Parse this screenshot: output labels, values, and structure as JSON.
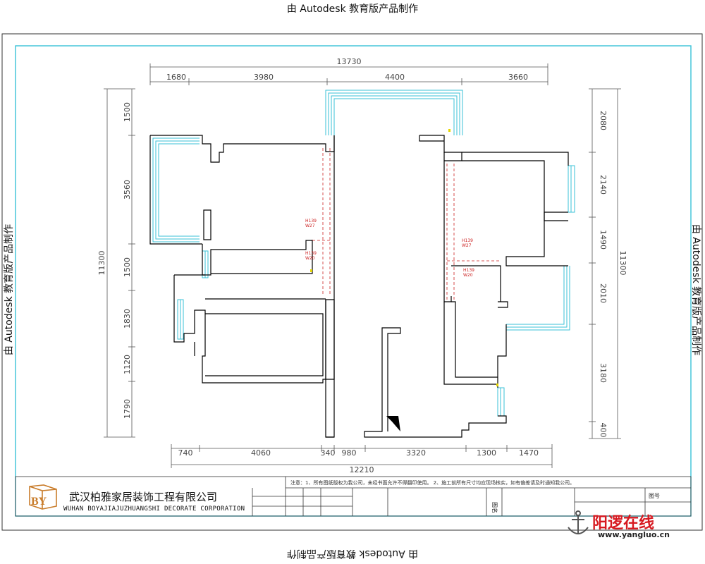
{
  "watermark": "由 Autodesk 教育版产品制作",
  "dimensions": {
    "top_total": "13730",
    "top_segments": [
      "1680",
      "3980",
      "4400",
      "3660"
    ],
    "bottom_total": "12210",
    "bottom_segments": [
      "740",
      "4060",
      "340",
      "980",
      "3320",
      "1300",
      "1470"
    ],
    "left_total": "11300",
    "left_segments": [
      "1500",
      "3560",
      "1500",
      "1830",
      "1120",
      "1790"
    ],
    "right_total": "11300",
    "right_segments": [
      "2080",
      "2140",
      "1490",
      "2010",
      "3180",
      "400"
    ]
  },
  "door_tags": [
    {
      "h": "H139",
      "w": "W27"
    },
    {
      "h": "H139",
      "w": "W20"
    },
    {
      "h": "H139",
      "w": "W27"
    },
    {
      "h": "H139",
      "w": "W20"
    }
  ],
  "title_block": {
    "company_cn": "武汉柏雅家居装饰工程有限公司",
    "company_en": "WUHAN BOYAJIAJUZHUANGSHI DECORATE CORPORATION",
    "logo_letters": "BY",
    "note": "注意：1、所有图纸版权为我公司，未经书面允许不得翻印使用。  2、施工前所有尺寸均应现场核实，如有偏差请及时通知我公司。",
    "drawing_name_label": "图名",
    "drawing_no_label": "图号"
  },
  "brand": {
    "name": "阳逻在线",
    "url": "www.yangluo.cn"
  },
  "colors": {
    "frame": "#39c2d7",
    "window": "#39c2d7",
    "wall": "#000000",
    "dashed": "#cc2222",
    "brand_red": "#d71920"
  }
}
